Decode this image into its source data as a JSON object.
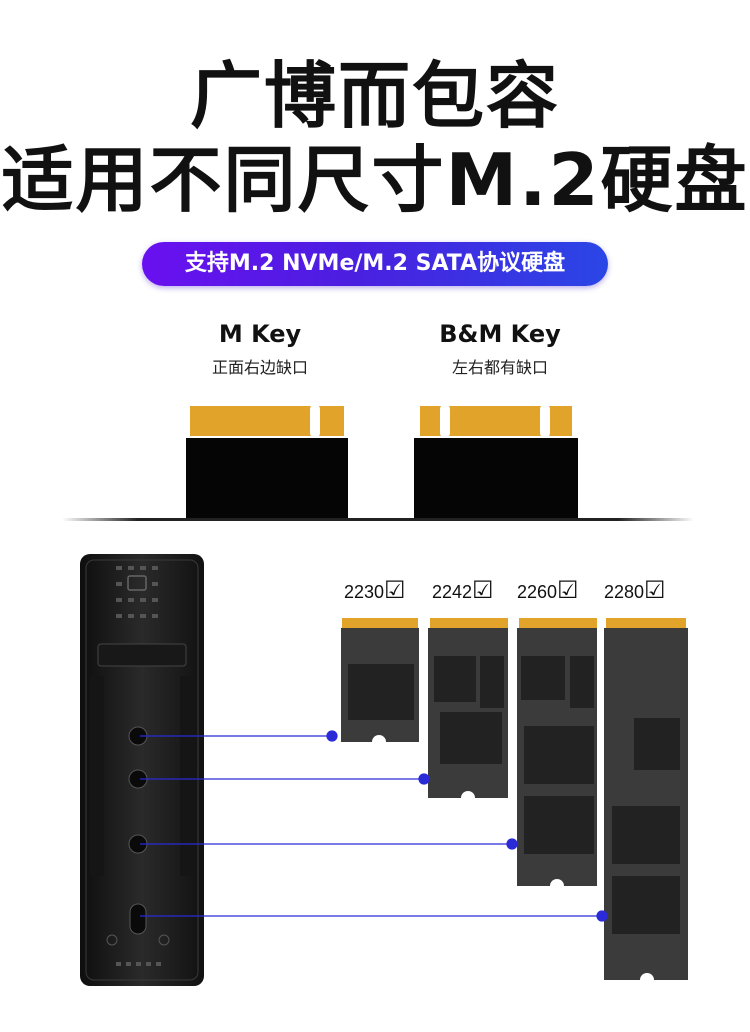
{
  "heading": {
    "line1": "广博而包容",
    "line2": "适用不同尺寸M.2硬盘"
  },
  "badge": {
    "text": "支持M.2 NVMe/M.2 SATA协议硬盘"
  },
  "keys": [
    {
      "name": "M Key",
      "desc": "正面右边缺口"
    },
    {
      "name": "B&M Key",
      "desc": "左右都有缺口"
    }
  ],
  "sizes": [
    {
      "label": "2230",
      "check_icon": "☑"
    },
    {
      "label": "2242",
      "check_icon": "☑"
    },
    {
      "label": "2260",
      "check_icon": "☑"
    },
    {
      "label": "2280",
      "check_icon": "☑"
    }
  ],
  "colors": {
    "gold": "#e2a32a",
    "board": "#3b3b3b",
    "chip": "#222222",
    "enclosure": "#1c1c1c",
    "connector_line": "#2a2ad8",
    "badge_start": "#6a10f0",
    "badge_end": "#2a46e6"
  }
}
